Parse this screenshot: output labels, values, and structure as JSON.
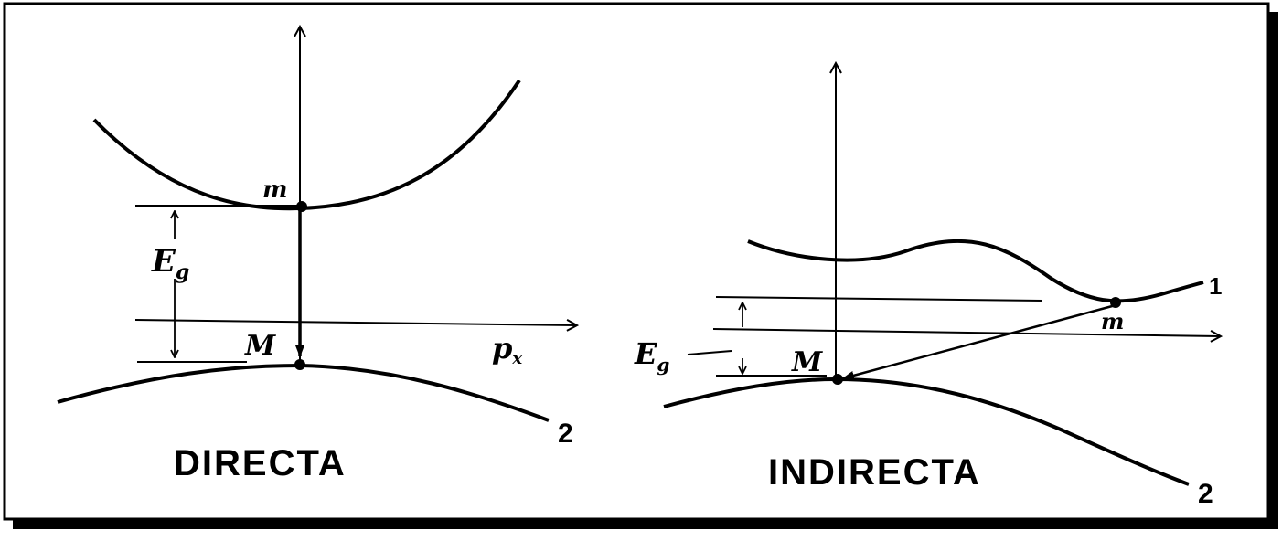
{
  "directa": {
    "caption": "DIRECTA",
    "label_m": "m",
    "label_M": "M",
    "label_Eg_main": "E",
    "label_Eg_sub": "g",
    "label_px_main": "p",
    "label_px_sub": "x",
    "label_band2": "2"
  },
  "indirecta": {
    "caption": "INDIRECTA",
    "label_m": "m",
    "label_M": "M",
    "label_Eg_main": "E",
    "label_Eg_sub": "g",
    "label_band1": "1",
    "label_band2": "2"
  }
}
